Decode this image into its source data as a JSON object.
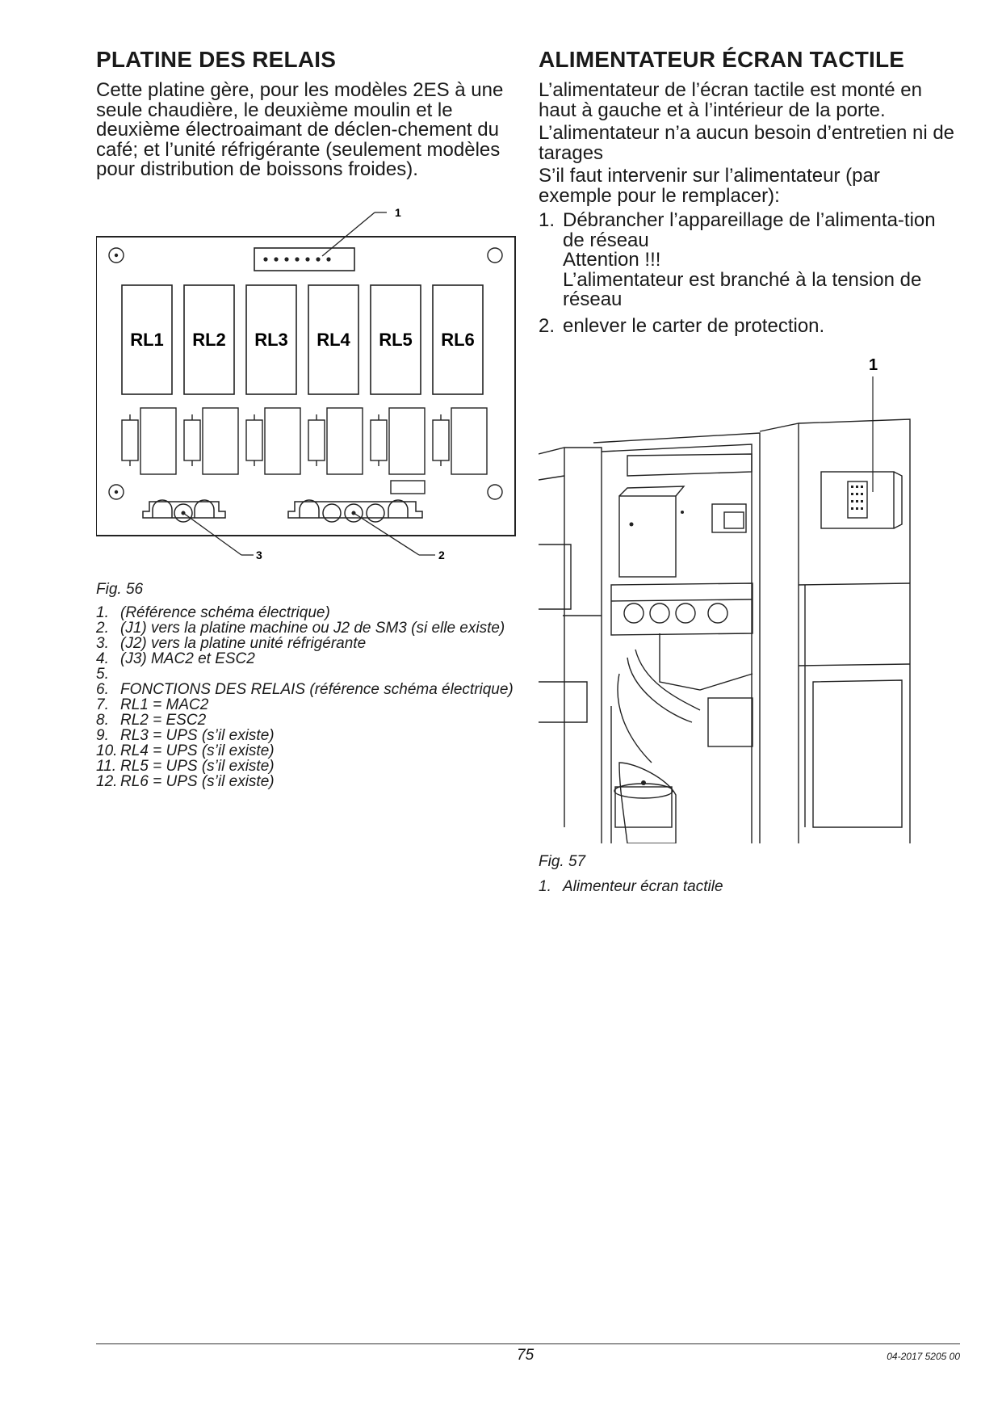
{
  "left": {
    "title": "PLATINE DES RELAIS",
    "paragraph": "Cette platine gère, pour les modèles 2ES à une seule chaudière, le deuxième moulin et le deuxième électroaimant de déclen-chement du café; et l’unité réfrigérante (seulement modèles pour distribution de boissons froides).",
    "figure": {
      "callouts": [
        "1",
        "2",
        "3"
      ],
      "relays": [
        "RL1",
        "RL2",
        "RL3",
        "RL4",
        "RL5",
        "RL6"
      ],
      "caption": "Fig. 56",
      "legend": [
        {
          "n": "1.",
          "t": "(Référence schéma électrique)"
        },
        {
          "n": "2.",
          "t": "(J1) vers la platine machine ou J2 de SM3 (si elle existe)"
        },
        {
          "n": "3.",
          "t": "(J2) vers la platine unité réfrigérante"
        },
        {
          "n": "4.",
          "t": "(J3) MAC2 et ESC2"
        },
        {
          "n": "5.",
          "t": ""
        },
        {
          "n": "6.",
          "t": "FONCTIONS DES RELAIS (référence schéma électrique)"
        },
        {
          "n": "7.",
          "t": "RL1 = MAC2"
        },
        {
          "n": "8.",
          "t": "RL2 = ESC2"
        },
        {
          "n": "9.",
          "t": "RL3 = UPS (s’il existe)"
        },
        {
          "n": "10.",
          "t": "RL4 = UPS (s’il existe)"
        },
        {
          "n": "11.",
          "t": "RL5 = UPS (s’il existe)"
        },
        {
          "n": "12.",
          "t": "RL6 = UPS (s’il existe)"
        }
      ]
    }
  },
  "right": {
    "title": "ALIMENTATEUR ÉCRAN TACTILE",
    "paragraphs": [
      "L’alimentateur de l’écran tactile est monté en haut à gauche et à l’intérieur de la porte.",
      "L’alimentateur n’a aucun besoin d’entretien ni de tarages",
      "S’il faut intervenir sur l’alimentateur (par exemple pour le remplacer):"
    ],
    "steps": [
      {
        "n": "1.",
        "lines": [
          "Débrancher l’appareillage de l’alimenta-tion de réseau",
          "Attention !!!",
          "L’alimentateur est branché à la tension de réseau"
        ]
      },
      {
        "n": "2.",
        "lines": [
          "enlever le carter de protection."
        ]
      }
    ],
    "figure": {
      "callout": "1",
      "caption": "Fig. 57",
      "legend": [
        {
          "n": "1.",
          "t": "Alimenteur écran tactile"
        }
      ]
    }
  },
  "footer": {
    "page_number": "75",
    "doc_ref": "04-2017 5205 00"
  }
}
